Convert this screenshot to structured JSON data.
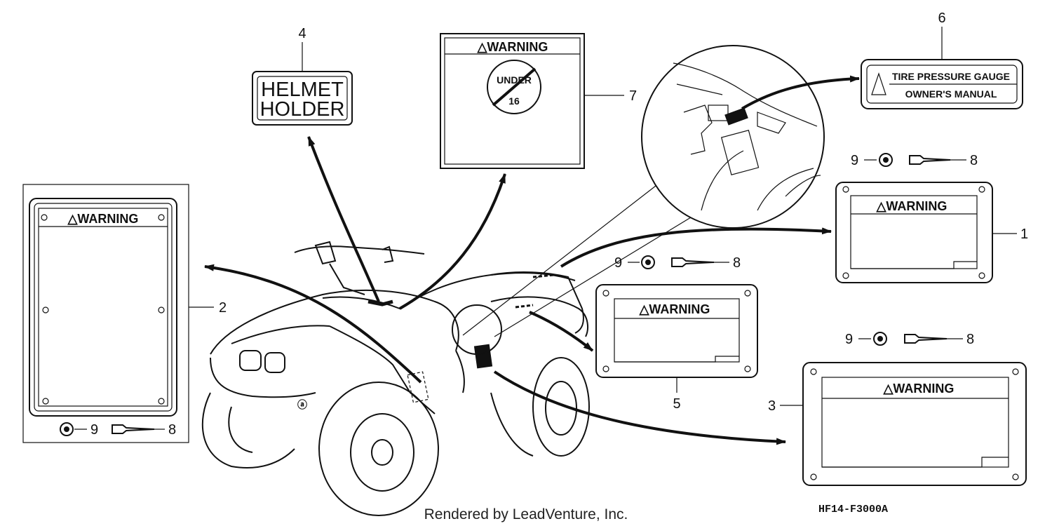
{
  "labels": {
    "warning_1": "△WARNING",
    "warning_2": "△WARNING",
    "warning_3": "△WARNING",
    "warning_5": "△WARNING",
    "warning_7": "△WARNING",
    "helmet_line1": "HELMET",
    "helmet_line2": "HOLDER",
    "under_line1": "UNDER",
    "under_line2": "16",
    "tire_gauge": "TIRE PRESSURE GAUGE",
    "owners_manual": "OWNER'S MANUAL"
  },
  "callouts": {
    "c1": "1",
    "c2": "2",
    "c3": "3",
    "c4": "4",
    "c5": "5",
    "c6": "6",
    "c7": "7",
    "c8a": "8",
    "c8b": "8",
    "c8c": "8",
    "c8d": "8",
    "c9a": "9",
    "c9b": "9",
    "c9c": "9",
    "c9d": "9"
  },
  "footer": {
    "rendered_by": "Rendered by LeadVenture, Inc.",
    "part_code": "HF14-F3000A"
  }
}
